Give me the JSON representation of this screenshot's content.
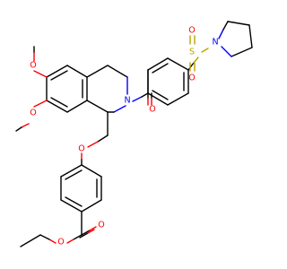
{
  "colors": {
    "carbon": "#000000",
    "oxygen": "#ff0000",
    "nitrogen": "#0000ff",
    "sulfur": "#b8a400",
    "background": "#ffffff"
  },
  "atoms": {
    "o_methoxy_top": "O",
    "o_methoxy_bottom": "O",
    "n_ring": "N",
    "o_carbonyl": "O",
    "s_sulfonyl": "S",
    "o_sulfonyl_top": "O",
    "o_sulfonyl_bottom": "O",
    "n_pyrrolidine": "N",
    "o_ether": "O",
    "o_ester_carbonyl": "O",
    "o_ester": "O"
  }
}
